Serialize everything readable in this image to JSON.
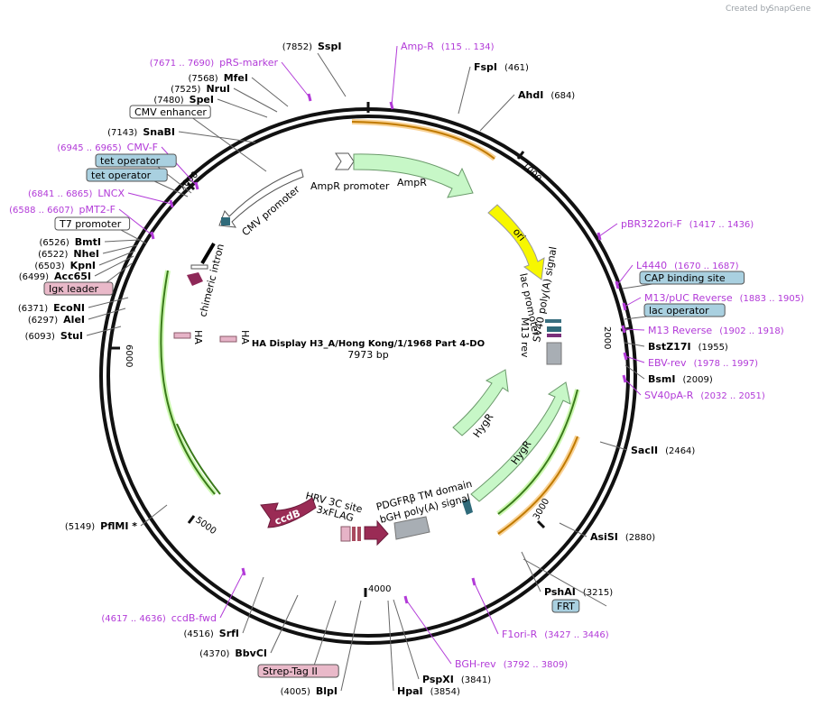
{
  "brand": {
    "prefix": "Created by",
    "name": "SnapGene"
  },
  "plasmid": {
    "name": "HA Display H3_A/Hong Kong/1/1968 Part 4-DO",
    "length_label": "7973 bp"
  },
  "ticks": [
    "1000",
    "2000",
    "3000",
    "4000",
    "5000",
    "6000",
    "7000"
  ],
  "labels": [
    {
      "t": "site",
      "name": "SspI",
      "pos": "(7852)"
    },
    {
      "t": "primer",
      "name": "Amp-R",
      "pos": "(115 .. 134)"
    },
    {
      "t": "primer",
      "name": "pRS-marker",
      "pos": "(7671 .. 7690)"
    },
    {
      "t": "site",
      "name": "FspI",
      "pos": "(461)"
    },
    {
      "t": "site",
      "name": "MfeI",
      "pos": "(7568)"
    },
    {
      "t": "site",
      "name": "NruI",
      "pos": "(7525)"
    },
    {
      "t": "site",
      "name": "AhdI",
      "pos": "(684)"
    },
    {
      "t": "site",
      "name": "SpeI",
      "pos": "(7480)"
    },
    {
      "t": "box",
      "name": "CMV enhancer"
    },
    {
      "t": "site",
      "name": "SnaBI",
      "pos": "(7143)"
    },
    {
      "t": "primer",
      "name": "CMV-F",
      "pos": "(6945 .. 6965)"
    },
    {
      "t": "box",
      "name": "tet operator"
    },
    {
      "t": "box",
      "name": "tet operator"
    },
    {
      "t": "primer",
      "name": "LNCX",
      "pos": "(6841 .. 6865)"
    },
    {
      "t": "primer",
      "name": "pMT2-F",
      "pos": "(6588 .. 6607)"
    },
    {
      "t": "box",
      "name": "T7 promoter"
    },
    {
      "t": "site",
      "name": "BmtI",
      "pos": "(6526)"
    },
    {
      "t": "site",
      "name": "NheI",
      "pos": "(6522)"
    },
    {
      "t": "site",
      "name": "KpnI",
      "pos": "(6503)"
    },
    {
      "t": "site",
      "name": "Acc65I",
      "pos": "(6499)"
    },
    {
      "t": "box",
      "name": "Igκ leader"
    },
    {
      "t": "site",
      "name": "EcoNI",
      "pos": "(6371)"
    },
    {
      "t": "site",
      "name": "AleI",
      "pos": "(6297)"
    },
    {
      "t": "site",
      "name": "StuI",
      "pos": "(6093)"
    },
    {
      "t": "primer",
      "name": "pBR322ori-F",
      "pos": "(1417 .. 1436)"
    },
    {
      "t": "primer",
      "name": "L4440",
      "pos": "(1670 .. 1687)"
    },
    {
      "t": "box",
      "name": "CAP binding site"
    },
    {
      "t": "primer",
      "name": "M13/pUC Reverse",
      "pos": "(1883 .. 1905)"
    },
    {
      "t": "box",
      "name": "lac operator"
    },
    {
      "t": "primer",
      "name": "M13 Reverse",
      "pos": "(1902 .. 1918)"
    },
    {
      "t": "site",
      "name": "BstZ17I",
      "pos": "(1955)"
    },
    {
      "t": "primer",
      "name": "EBV-rev",
      "pos": "(1978 .. 1997)"
    },
    {
      "t": "site",
      "name": "BsmI",
      "pos": "(2009)"
    },
    {
      "t": "primer",
      "name": "SV40pA-R",
      "pos": "(2032 .. 2051)"
    },
    {
      "t": "site",
      "name": "SacII",
      "pos": "(2464)"
    },
    {
      "t": "site",
      "name": "AsiSI",
      "pos": "(2880)"
    },
    {
      "t": "site",
      "name": "PshAI",
      "pos": "(3215)"
    },
    {
      "t": "box",
      "name": "FRT"
    },
    {
      "t": "primer",
      "name": "F1ori-R",
      "pos": "(3427 .. 3446)"
    },
    {
      "t": "primer",
      "name": "BGH-rev",
      "pos": "(3792 .. 3809)"
    },
    {
      "t": "site",
      "name": "PspXI",
      "pos": "(3841)"
    },
    {
      "t": "site",
      "name": "HpaI",
      "pos": "(3854)"
    },
    {
      "t": "site",
      "name": "BlpI",
      "pos": "(4005)"
    },
    {
      "t": "box",
      "name": "Strep-Tag II"
    },
    {
      "t": "site",
      "name": "BbvCI",
      "pos": "(4370)"
    },
    {
      "t": "site",
      "name": "SrfI",
      "pos": "(4516)"
    },
    {
      "t": "primer",
      "name": "ccdB-fwd",
      "pos": "(4617 .. 4636)"
    },
    {
      "t": "site",
      "name": "PflMI *",
      "pos": "(5149)"
    }
  ],
  "features": {
    "amp_promoter": "AmpR promoter",
    "ampr": "AmpR",
    "ori": "ori",
    "lac_promoter": "lac promoter",
    "m13_rev": "M13 rev",
    "sv40_polya": "SV40 poly(A) signal",
    "hygr1": "HygR",
    "hygr2": "HygR",
    "pdgfr": "PDGFRβ TM domain",
    "bgh": "bGH poly(A) signal",
    "hrv": "HRV 3C site",
    "flag": "3xFLAG",
    "ccdb": "ccdB",
    "ha1": "HA",
    "ha2": "HA",
    "intron": "chimeric intron",
    "cmv_promoter": "CMV promoter"
  },
  "colors": {
    "site": "#000000",
    "primer": "#b23ad8",
    "box_fill": "#a9d0e0",
    "box_alt": "#e9b9c9"
  }
}
